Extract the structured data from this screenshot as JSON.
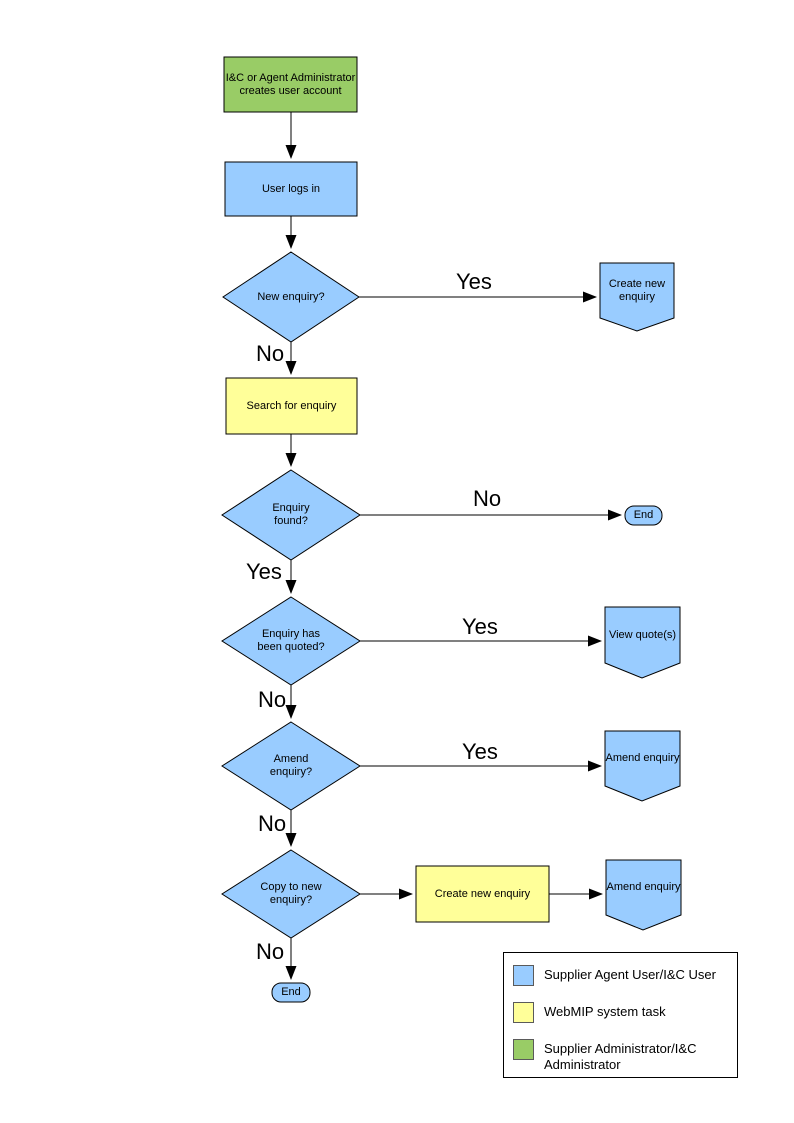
{
  "colors": {
    "actor_blue": "#99CCFF",
    "system_yellow": "#FFFF99",
    "admin_green": "#99CC66",
    "stroke": "#000000"
  },
  "nodes": {
    "admin_creates_account": "I&C or Agent Administrator creates user account",
    "user_logs_in": "User logs in",
    "new_enquiry_q": "New enquiry?",
    "create_new_enquiry": "Create new enquiry",
    "search_for_enquiry": "Search for enquiry",
    "enquiry_found_q": "Enquiry found?",
    "end_top": "End",
    "enquiry_quoted_q": "Enquiry has been quoted?",
    "view_quotes": "View quote(s)",
    "amend_enquiry_q": "Amend enquiry?",
    "amend_enquiry": "Amend enquiry",
    "copy_to_new_q": "Copy to new enquiry?",
    "create_new_enquiry_2": "Create new enquiry",
    "amend_enquiry_2": "Amend enquiry",
    "end_bottom": "End"
  },
  "edge_labels": {
    "new_enquiry_yes": "Yes",
    "new_enquiry_no": "No",
    "enquiry_found_no": "No",
    "enquiry_found_yes": "Yes",
    "quoted_yes": "Yes",
    "quoted_no": "No",
    "amend_yes": "Yes",
    "amend_no": "No",
    "copy_no": "No"
  },
  "legend": {
    "items": [
      {
        "color": "#99CCFF",
        "label": "Supplier Agent User/I&C User"
      },
      {
        "color": "#FFFF99",
        "label": "WebMIP system task"
      },
      {
        "color": "#99CC66",
        "label": "Supplier Administrator/I&C Administrator"
      }
    ]
  }
}
